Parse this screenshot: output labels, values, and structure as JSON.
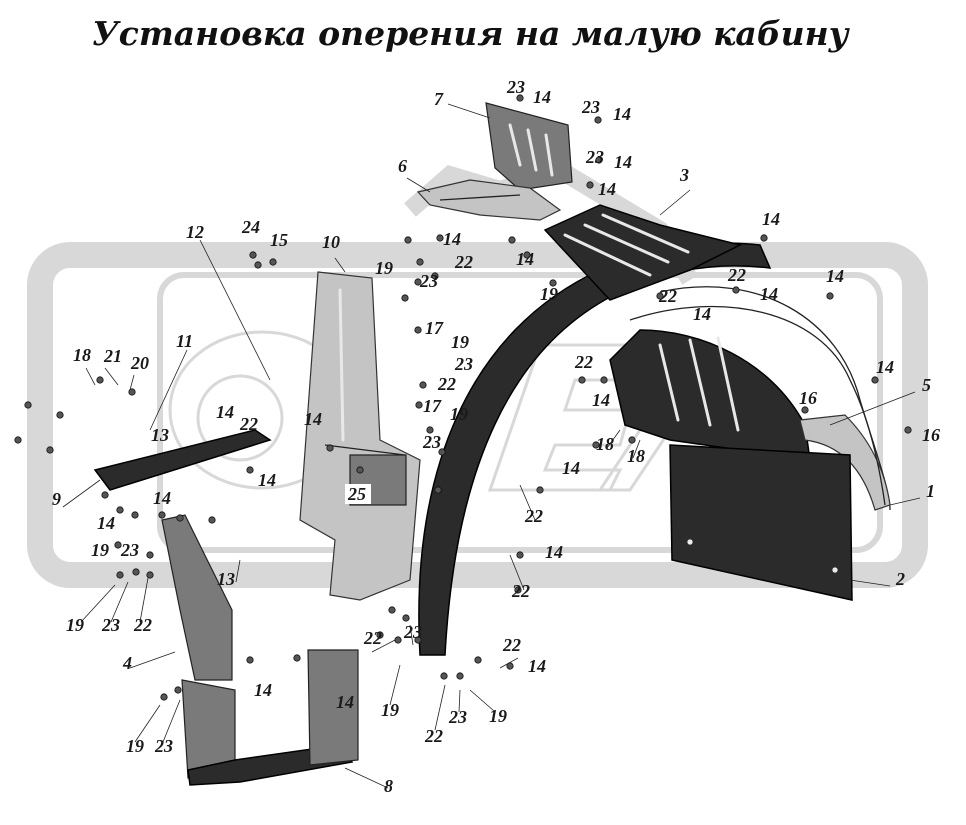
{
  "title": "Установка оперения на малую кабину",
  "callouts": {
    "n1": "1",
    "n2": "2",
    "n3": "3",
    "n4": "4",
    "n5": "5",
    "n6": "6",
    "n7": "7",
    "n8": "8",
    "n9": "9",
    "n10": "10",
    "n11": "11",
    "n12": "12",
    "n13": "13",
    "n14": "14",
    "n15": "15",
    "n16": "16",
    "n17": "17",
    "n18": "18",
    "n19": "19",
    "n20": "20",
    "n21": "21",
    "n22": "22",
    "n23": "23",
    "n24": "24",
    "n25": "25"
  }
}
